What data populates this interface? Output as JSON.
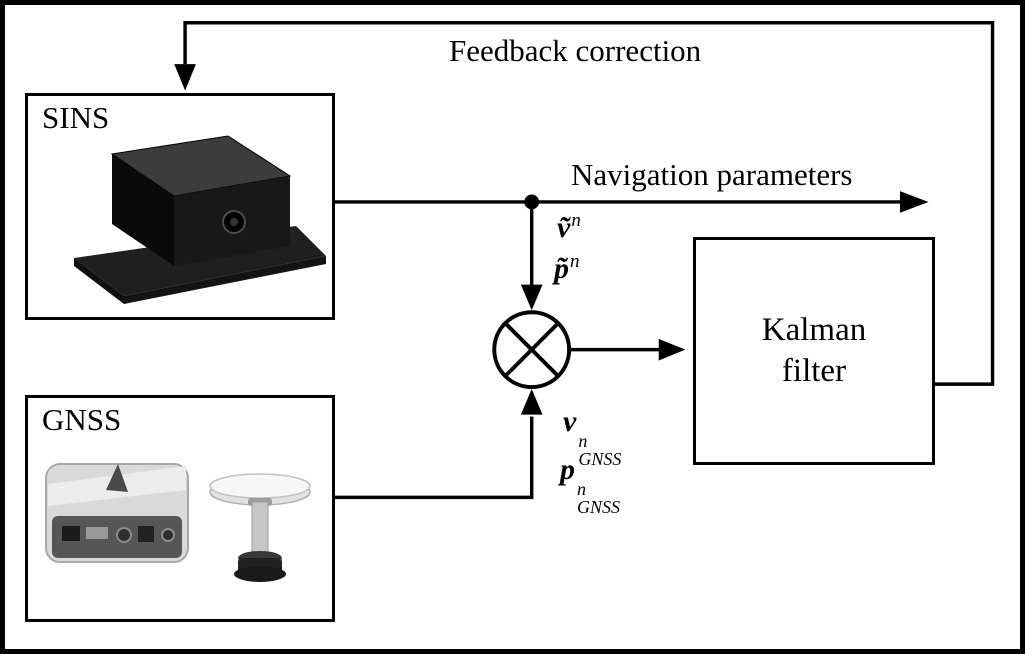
{
  "labels": {
    "feedback": "Feedback correction",
    "navigation": "Navigation parameters"
  },
  "boxes": {
    "sins": "SINS",
    "gnss": "GNSS",
    "kalman_line1": "Kalman",
    "kalman_line2": "filter"
  },
  "signals": {
    "v_tilde": "ṽ",
    "p_tilde": "p̃",
    "v": "v",
    "p": "p",
    "n": "n",
    "gnss_sub": "GNSS"
  },
  "icons": {
    "sum_node": "multiply-in-circle-comparator",
    "sins_device": "inertial-measurement-unit-photo",
    "gnss_device": "gnss-receiver-and-antenna-photo"
  },
  "colors": {
    "line": "#000000",
    "background": "#ffffff"
  }
}
